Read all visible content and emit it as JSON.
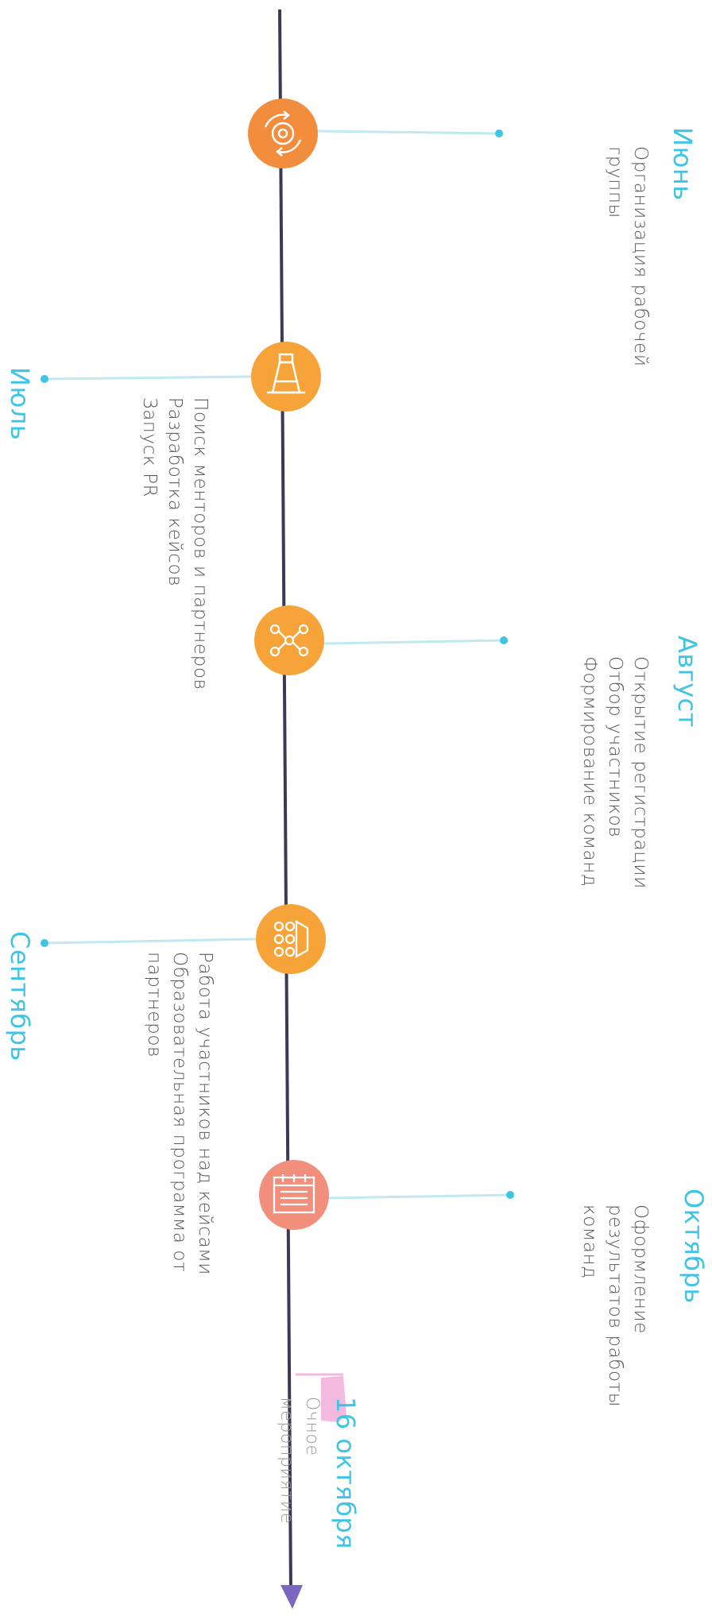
{
  "timeline": {
    "milestones": [
      {
        "month": "Июнь",
        "tasks": [
          "Организация рабочей",
          "группы"
        ],
        "icon": "gear-cycle-icon"
      },
      {
        "month": "Июль",
        "tasks": [
          "Поиск менторов и партнеров",
          "Разработка кейсов",
          "Запуск PR"
        ],
        "icon": "megaphone-icon"
      },
      {
        "month": "Август",
        "tasks": [
          "Открытие регистрации",
          "Отбор участников",
          "Формирование команд"
        ],
        "icon": "team-hierarchy-icon"
      },
      {
        "month": "Сентябрь",
        "tasks": [
          "Работа участников над кейсами",
          "Образовательная программа от",
          "партнеров"
        ],
        "icon": "team-group-icon"
      },
      {
        "month": "Октябрь",
        "tasks": [
          "Оформление",
          "результатов работы",
          "команд"
        ],
        "icon": "calendar-icon"
      }
    ],
    "final_event": {
      "date": "16 октября",
      "tasks": [
        "Очное",
        "мероприятие"
      ],
      "icon": "flag-icon"
    }
  },
  "colors": {
    "axis": "#3a3a55",
    "arrow": "#7a68c0",
    "connector": "#bfe8f3",
    "dot": "#3fc4e4",
    "month": "#3fc4e4",
    "circle_1": "#f18d3d",
    "circle_2": "#f6a43a",
    "circle_3": "#f6a43a",
    "circle_4": "#f6a43a",
    "circle_5": "#f28f7c",
    "flag": "#f3b9df"
  }
}
